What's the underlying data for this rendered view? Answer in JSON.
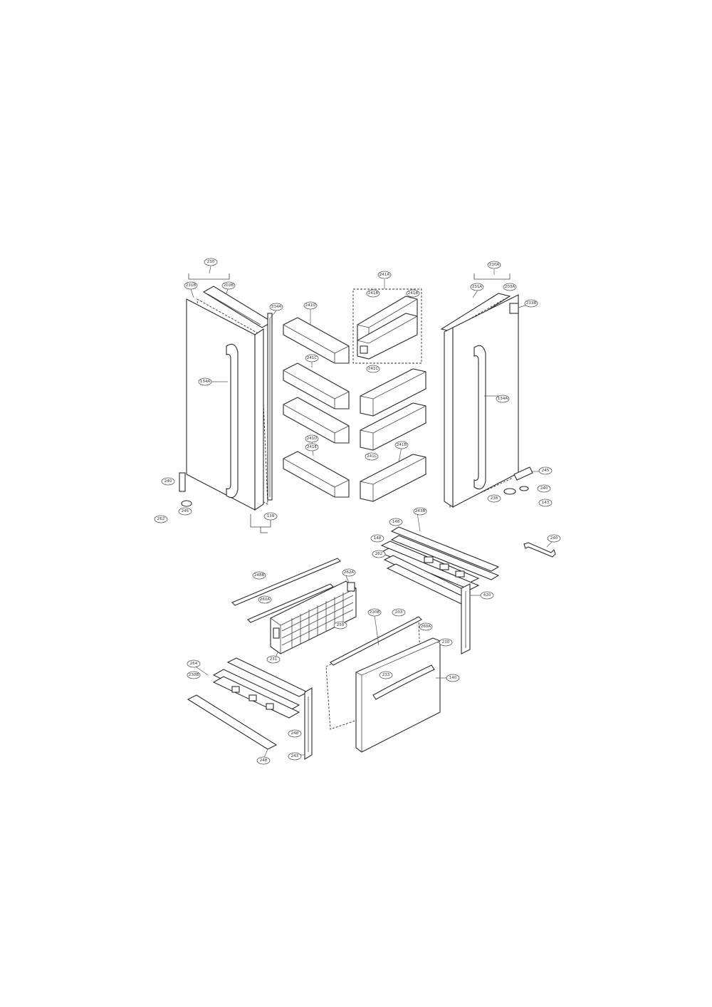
{
  "diagram": {
    "type": "exploded parts diagram",
    "subject": "refrigerator doors, door bins and freezer drawer",
    "callouts": [
      {
        "id": "c1",
        "label": "230"
      },
      {
        "id": "c2",
        "label": "231B"
      },
      {
        "id": "c3",
        "label": "203B"
      },
      {
        "id": "c4",
        "label": "134A"
      },
      {
        "id": "c5",
        "label": "234A"
      },
      {
        "id": "c6",
        "label": "241D"
      },
      {
        "id": "c7",
        "label": "241A"
      },
      {
        "id": "c8",
        "label": "241B"
      },
      {
        "id": "c9",
        "label": "241B"
      },
      {
        "id": "c10",
        "label": "241C"
      },
      {
        "id": "c11",
        "label": "241C"
      },
      {
        "id": "c12",
        "label": "241D"
      },
      {
        "id": "c13",
        "label": "241E"
      },
      {
        "id": "c14",
        "label": "241L"
      },
      {
        "id": "c15",
        "label": "241B"
      },
      {
        "id": "c16",
        "label": "230A"
      },
      {
        "id": "c17",
        "label": "231A"
      },
      {
        "id": "c18",
        "label": "203A"
      },
      {
        "id": "c19",
        "label": "233B"
      },
      {
        "id": "c20",
        "label": "134A"
      },
      {
        "id": "c21",
        "label": "245"
      },
      {
        "id": "c22",
        "label": "240"
      },
      {
        "id": "c23",
        "label": "143"
      },
      {
        "id": "c24",
        "label": "238"
      },
      {
        "id": "c25",
        "label": "240"
      },
      {
        "id": "c26",
        "label": "245"
      },
      {
        "id": "c27",
        "label": "262"
      },
      {
        "id": "c28",
        "label": "139"
      },
      {
        "id": "c29",
        "label": "148"
      },
      {
        "id": "c30",
        "label": "148"
      },
      {
        "id": "c31",
        "label": "243B"
      },
      {
        "id": "c32",
        "label": "262"
      },
      {
        "id": "c33",
        "label": "240"
      },
      {
        "id": "c34",
        "label": "420"
      },
      {
        "id": "c35",
        "label": "248B"
      },
      {
        "id": "c36",
        "label": "262A"
      },
      {
        "id": "c37",
        "label": "260A"
      },
      {
        "id": "c38",
        "label": "230B"
      },
      {
        "id": "c39",
        "label": "203"
      },
      {
        "id": "c40",
        "label": "250"
      },
      {
        "id": "c41",
        "label": "260A"
      },
      {
        "id": "c42",
        "label": "230"
      },
      {
        "id": "c43",
        "label": "140"
      },
      {
        "id": "c44",
        "label": "231"
      },
      {
        "id": "c45",
        "label": "233"
      },
      {
        "id": "c46",
        "label": "264"
      },
      {
        "id": "c47",
        "label": "230B"
      },
      {
        "id": "c48",
        "label": "248"
      },
      {
        "id": "c49",
        "label": "248"
      },
      {
        "id": "c50",
        "label": "243"
      }
    ]
  }
}
